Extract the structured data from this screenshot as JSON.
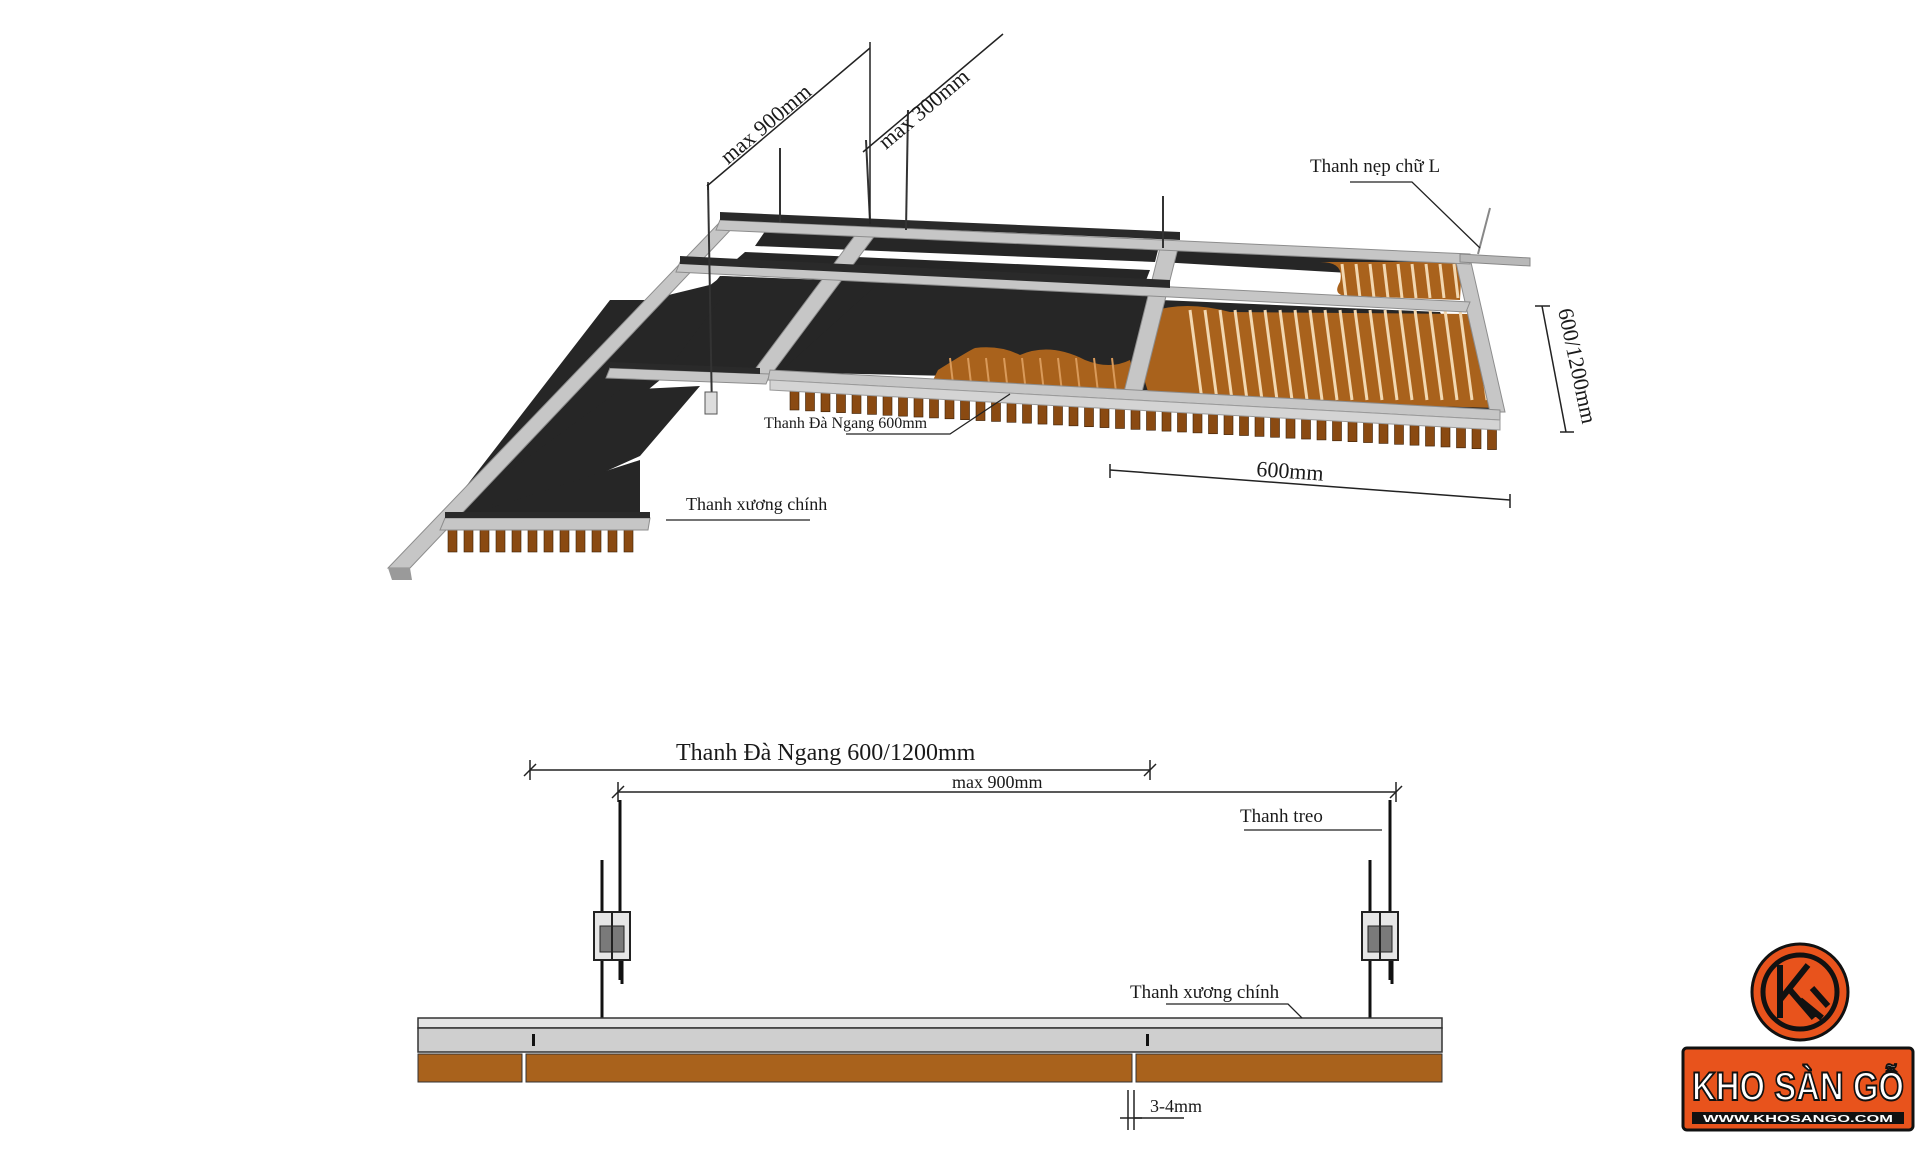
{
  "iso_view": {
    "dim_max_900": "max 900mm",
    "dim_max_300": "max 300mm",
    "label_l_trim": "Thanh nẹp chữ L",
    "dim_600_1200": "600/1200mm",
    "label_cross_tee": "Thanh Đà Ngang 600mm",
    "dim_600": "600mm",
    "label_main_runner": "Thanh xương chính"
  },
  "section_view": {
    "dim_cross_tee": "Thanh Đà Ngang 600/1200mm",
    "dim_max_900": "max 900mm",
    "label_hanger": "Thanh treo",
    "label_main_runner": "Thanh xương chính",
    "dim_gap": "3-4mm"
  },
  "logo": {
    "brand": "KHO SÀN GỖ",
    "url": "WWW.KHOSANGO.COM"
  },
  "colors": {
    "steel": "#c4c4c4",
    "steel_dark": "#8d8d8d",
    "panel": "#2a2a2a",
    "wood": "#a9621c",
    "wood_dark": "#6b3a0e",
    "logo": "#e8531c"
  }
}
